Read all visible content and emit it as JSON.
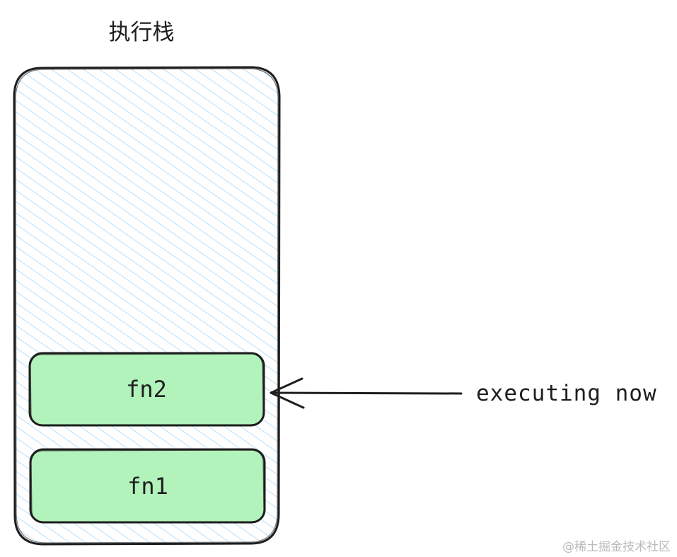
{
  "title": "执行栈",
  "stack": {
    "fill_color": "#a5d8ff",
    "stroke_color": "#1e1e1e",
    "frames": [
      {
        "label": "fn2",
        "fill_color": "#b2f2bb"
      },
      {
        "label": "fn1",
        "fill_color": "#b2f2bb"
      }
    ]
  },
  "annotation": {
    "text": "executing now",
    "points_to": "fn2"
  },
  "watermark": "@稀土掘金技术社区"
}
